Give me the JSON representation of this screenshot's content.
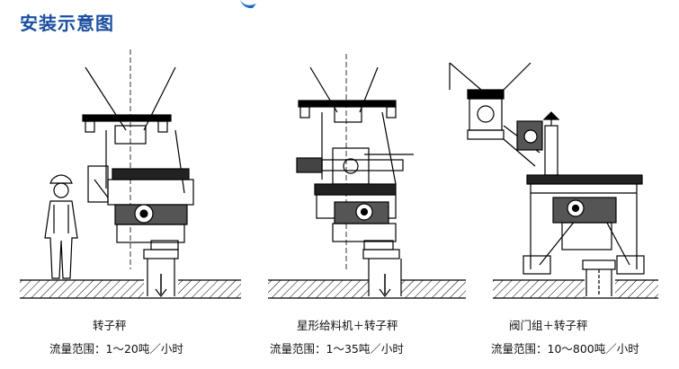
{
  "title": "安装示意图",
  "accent": "#1a4fa0",
  "panels": [
    {
      "name": "转子秤",
      "range": "流量范围：1～20吨／小时"
    },
    {
      "name": "星形给料机＋转子秤",
      "range": "流量范围：1～35吨／小时"
    },
    {
      "name": "阀门组＋转子秤",
      "range": "流量范围：10～800吨／小时"
    }
  ]
}
